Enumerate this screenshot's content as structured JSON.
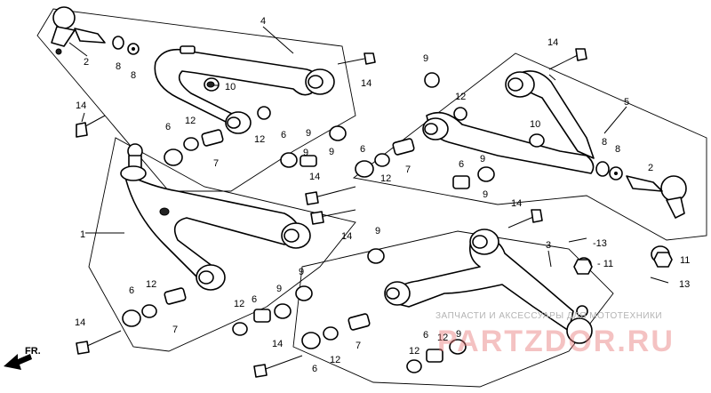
{
  "diagram": {
    "callouts": {
      "c1": "1",
      "c2a": "2",
      "c2b": "2",
      "c3": "3",
      "c4": "4",
      "c5": "5",
      "c6a": "6",
      "c6b": "6",
      "c6c": "6",
      "c6d": "6",
      "c6e": "6",
      "c6f": "6",
      "c6g": "6",
      "c6h": "6",
      "c7a": "7",
      "c7b": "7",
      "c7c": "7",
      "c7d": "7",
      "c8a": "8",
      "c8b": "8",
      "c8c": "8",
      "c8d": "8",
      "c9a": "9",
      "c9b": "9",
      "c9c": "9",
      "c9d": "9",
      "c9e": "9",
      "c9f": "9",
      "c9g": "9",
      "c9h": "9",
      "c9i": "9",
      "c9j": "9",
      "c10a": "10",
      "c10b": "10",
      "c11a": "11",
      "c11b": "- 11",
      "c12a": "12",
      "c12b": "12",
      "c12c": "12",
      "c12d": "12",
      "c12e": "12",
      "c12f": "12",
      "c12g": "12",
      "c12h": "12",
      "c12i": "12",
      "c13a": "-13",
      "c13b": "13",
      "c14a": "14",
      "c14b": "14",
      "c14c": "14",
      "c14d": "14",
      "c14e": "14",
      "c14f": "14",
      "c14g": "14"
    },
    "direction_label": "FR.",
    "watermark": {
      "top": "ЗАПЧАСТИ И АКСЕССУАРЫ ДЛЯ МОТОТЕХНИКИ",
      "main": "PARTZDOR.RU"
    }
  }
}
